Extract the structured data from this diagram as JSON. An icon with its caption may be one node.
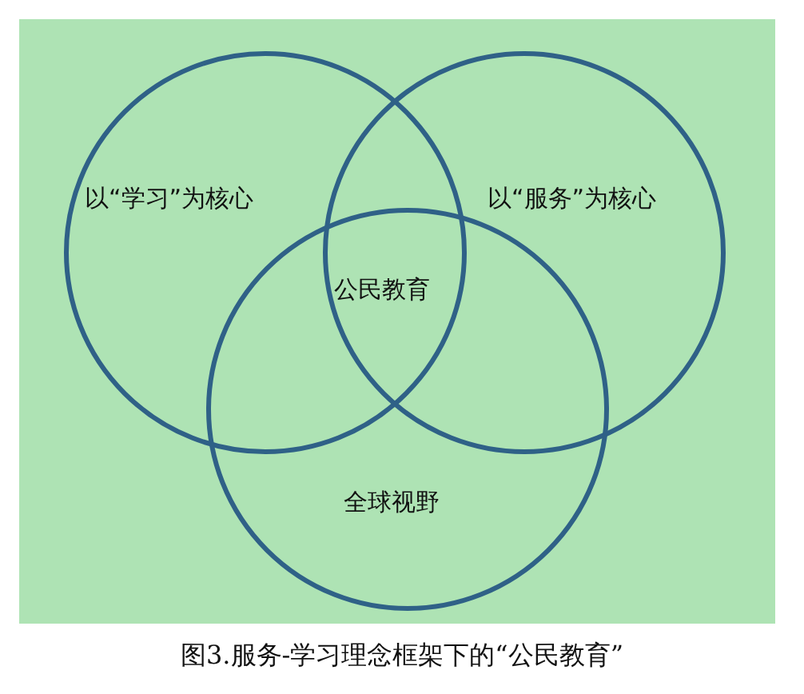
{
  "diagram": {
    "caption": "图3.服务-学习理念框架下的“公民教育”",
    "nodes": [
      {
        "text": [
          "以“学习”为核心"
        ]
      },
      {
        "text": [
          "以“服务”为核心"
        ]
      },
      {
        "text": [
          "全球视野"
        ]
      }
    ],
    "edges": [],
    "labels": [
      "公民教育"
    ]
  }
}
